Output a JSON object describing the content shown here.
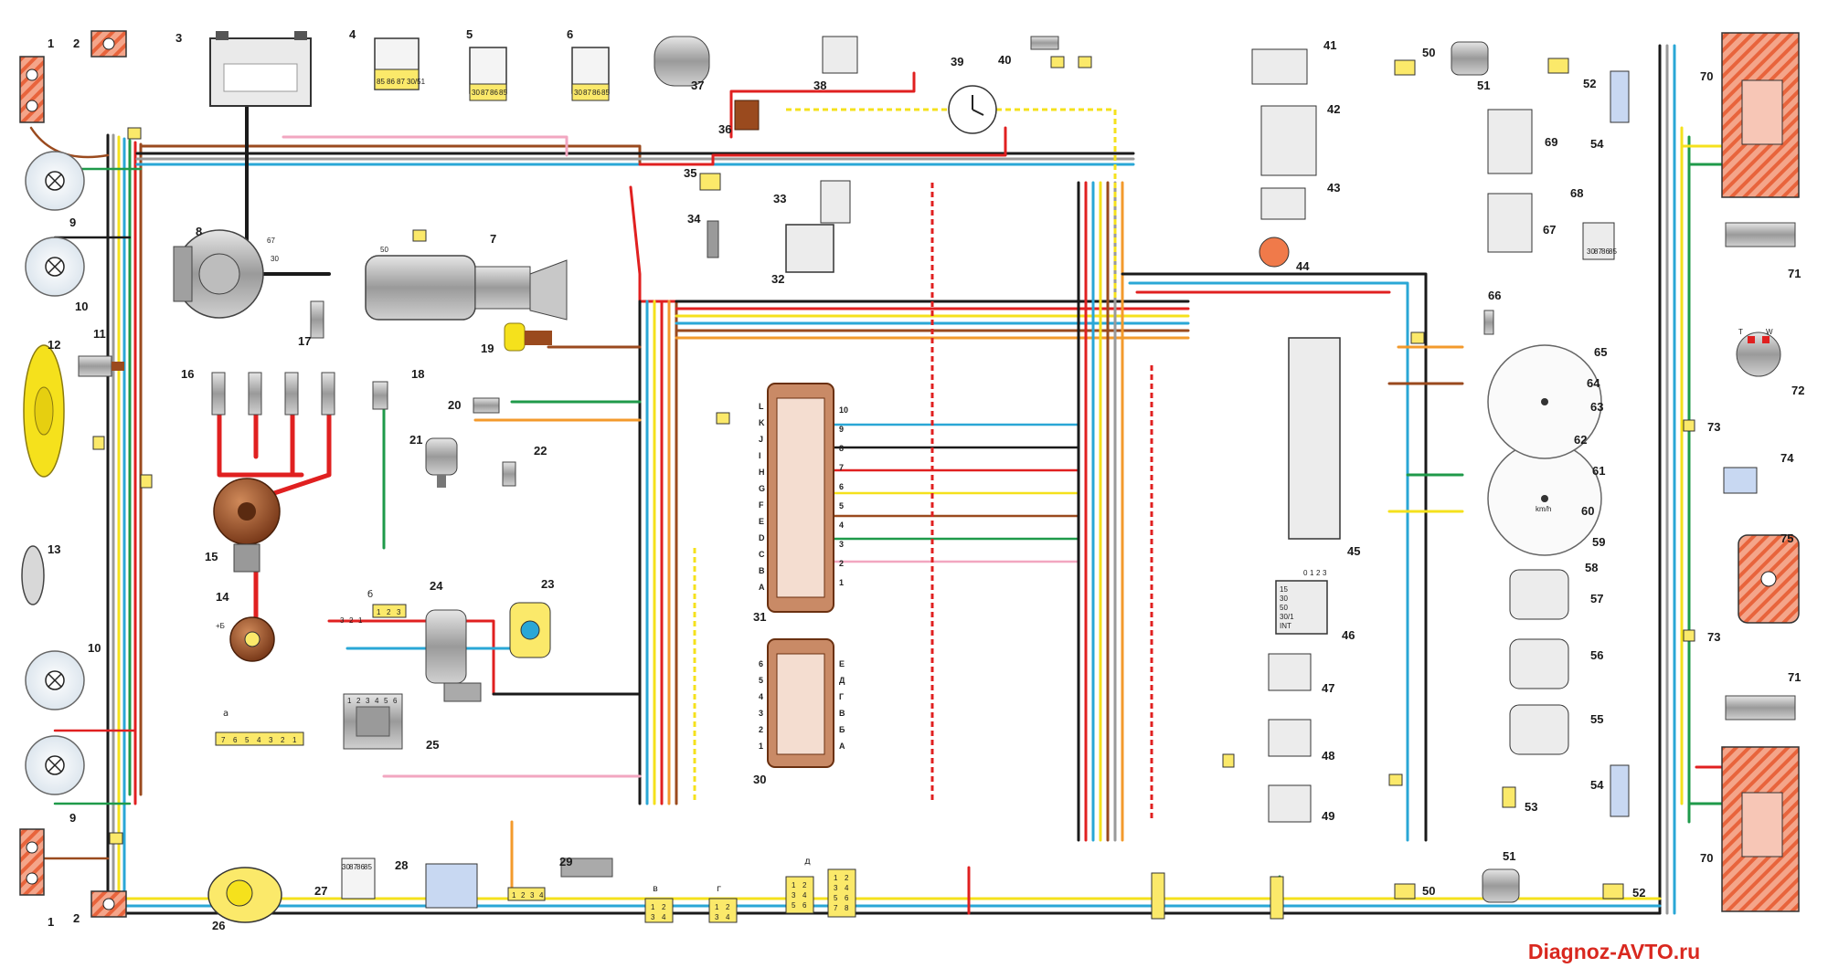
{
  "watermark": "Diagnoz-AVTO.ru",
  "colors": {
    "red": "#e02020",
    "blue": "#2aa7d6",
    "yellow": "#f5e11c",
    "green": "#1f9a4a",
    "brown": "#9a4a1e",
    "black": "#1a1a1a",
    "gray": "#9a9a9a",
    "orange": "#f39a2c",
    "pink": "#f2a6c0",
    "violet": "#7a4fa8",
    "lamp": "#f07a4a",
    "connector": "#fbe96a"
  },
  "callouts": [
    "1",
    "2",
    "3",
    "4",
    "5",
    "6",
    "7",
    "8",
    "9",
    "10",
    "11",
    "12",
    "13",
    "14",
    "15",
    "16",
    "17",
    "18",
    "19",
    "20",
    "21",
    "22",
    "23",
    "24",
    "25",
    "26",
    "27",
    "28",
    "29",
    "30",
    "31",
    "32",
    "33",
    "34",
    "35",
    "36",
    "37",
    "38",
    "39",
    "40",
    "41",
    "42",
    "43",
    "44",
    "45",
    "46",
    "47",
    "48",
    "49",
    "50",
    "51",
    "52",
    "53",
    "54",
    "55",
    "56",
    "57",
    "58",
    "59",
    "60",
    "61",
    "62",
    "63",
    "64",
    "65",
    "66",
    "67",
    "68",
    "69",
    "70",
    "71",
    "72",
    "73",
    "74",
    "75"
  ],
  "sublabels": {
    "a": "а",
    "b": "б",
    "v": "в",
    "g": "г",
    "d": "д"
  },
  "pin_labels": {
    "relay": [
      "30",
      "87",
      "86",
      "85"
    ],
    "relay4": [
      "85",
      "86",
      "87",
      "30/51"
    ],
    "generator": [
      "67",
      "30"
    ],
    "starter": "50",
    "ignition_coil": "+Б",
    "switch46": [
      "15",
      "30",
      "50",
      "30/1",
      "INT"
    ],
    "switch46_positions": [
      "0",
      "1",
      "2",
      "3"
    ],
    "block_a": [
      "7",
      "6",
      "5",
      "4",
      "3",
      "2",
      "1"
    ],
    "block_b": [
      "1",
      "2",
      "3"
    ],
    "block_b_pins": [
      "3",
      "2",
      "1"
    ],
    "commutator": [
      "1",
      "2",
      "3",
      "4",
      "5",
      "6"
    ],
    "fuse31_left": [
      "L",
      "K",
      "J",
      "I",
      "H",
      "G",
      "F",
      "E",
      "D",
      "C",
      "B",
      "A"
    ],
    "fuse31_right": [
      "10",
      "9",
      "8",
      "7",
      "6",
      "5",
      "4",
      "3",
      "2",
      "1"
    ],
    "fuse30_left": [
      "6",
      "5",
      "4",
      "3",
      "2",
      "1"
    ],
    "fuse30_right": [
      "Е",
      "Д",
      "Г",
      "В",
      "Б",
      "А"
    ],
    "block_v": [
      "1",
      "2",
      "3",
      "4"
    ],
    "block_g": [
      "1",
      "2",
      "3",
      "4"
    ],
    "block_d1": [
      "1",
      "2",
      "3",
      "4",
      "5",
      "6"
    ],
    "block_d2": [
      "1",
      "2",
      "3",
      "4",
      "5",
      "6",
      "7",
      "8"
    ],
    "block29": [
      "1",
      "2",
      "3",
      "4"
    ],
    "gauge72": [
      "T",
      "W"
    ],
    "gauge60": [
      "km/h"
    ]
  }
}
